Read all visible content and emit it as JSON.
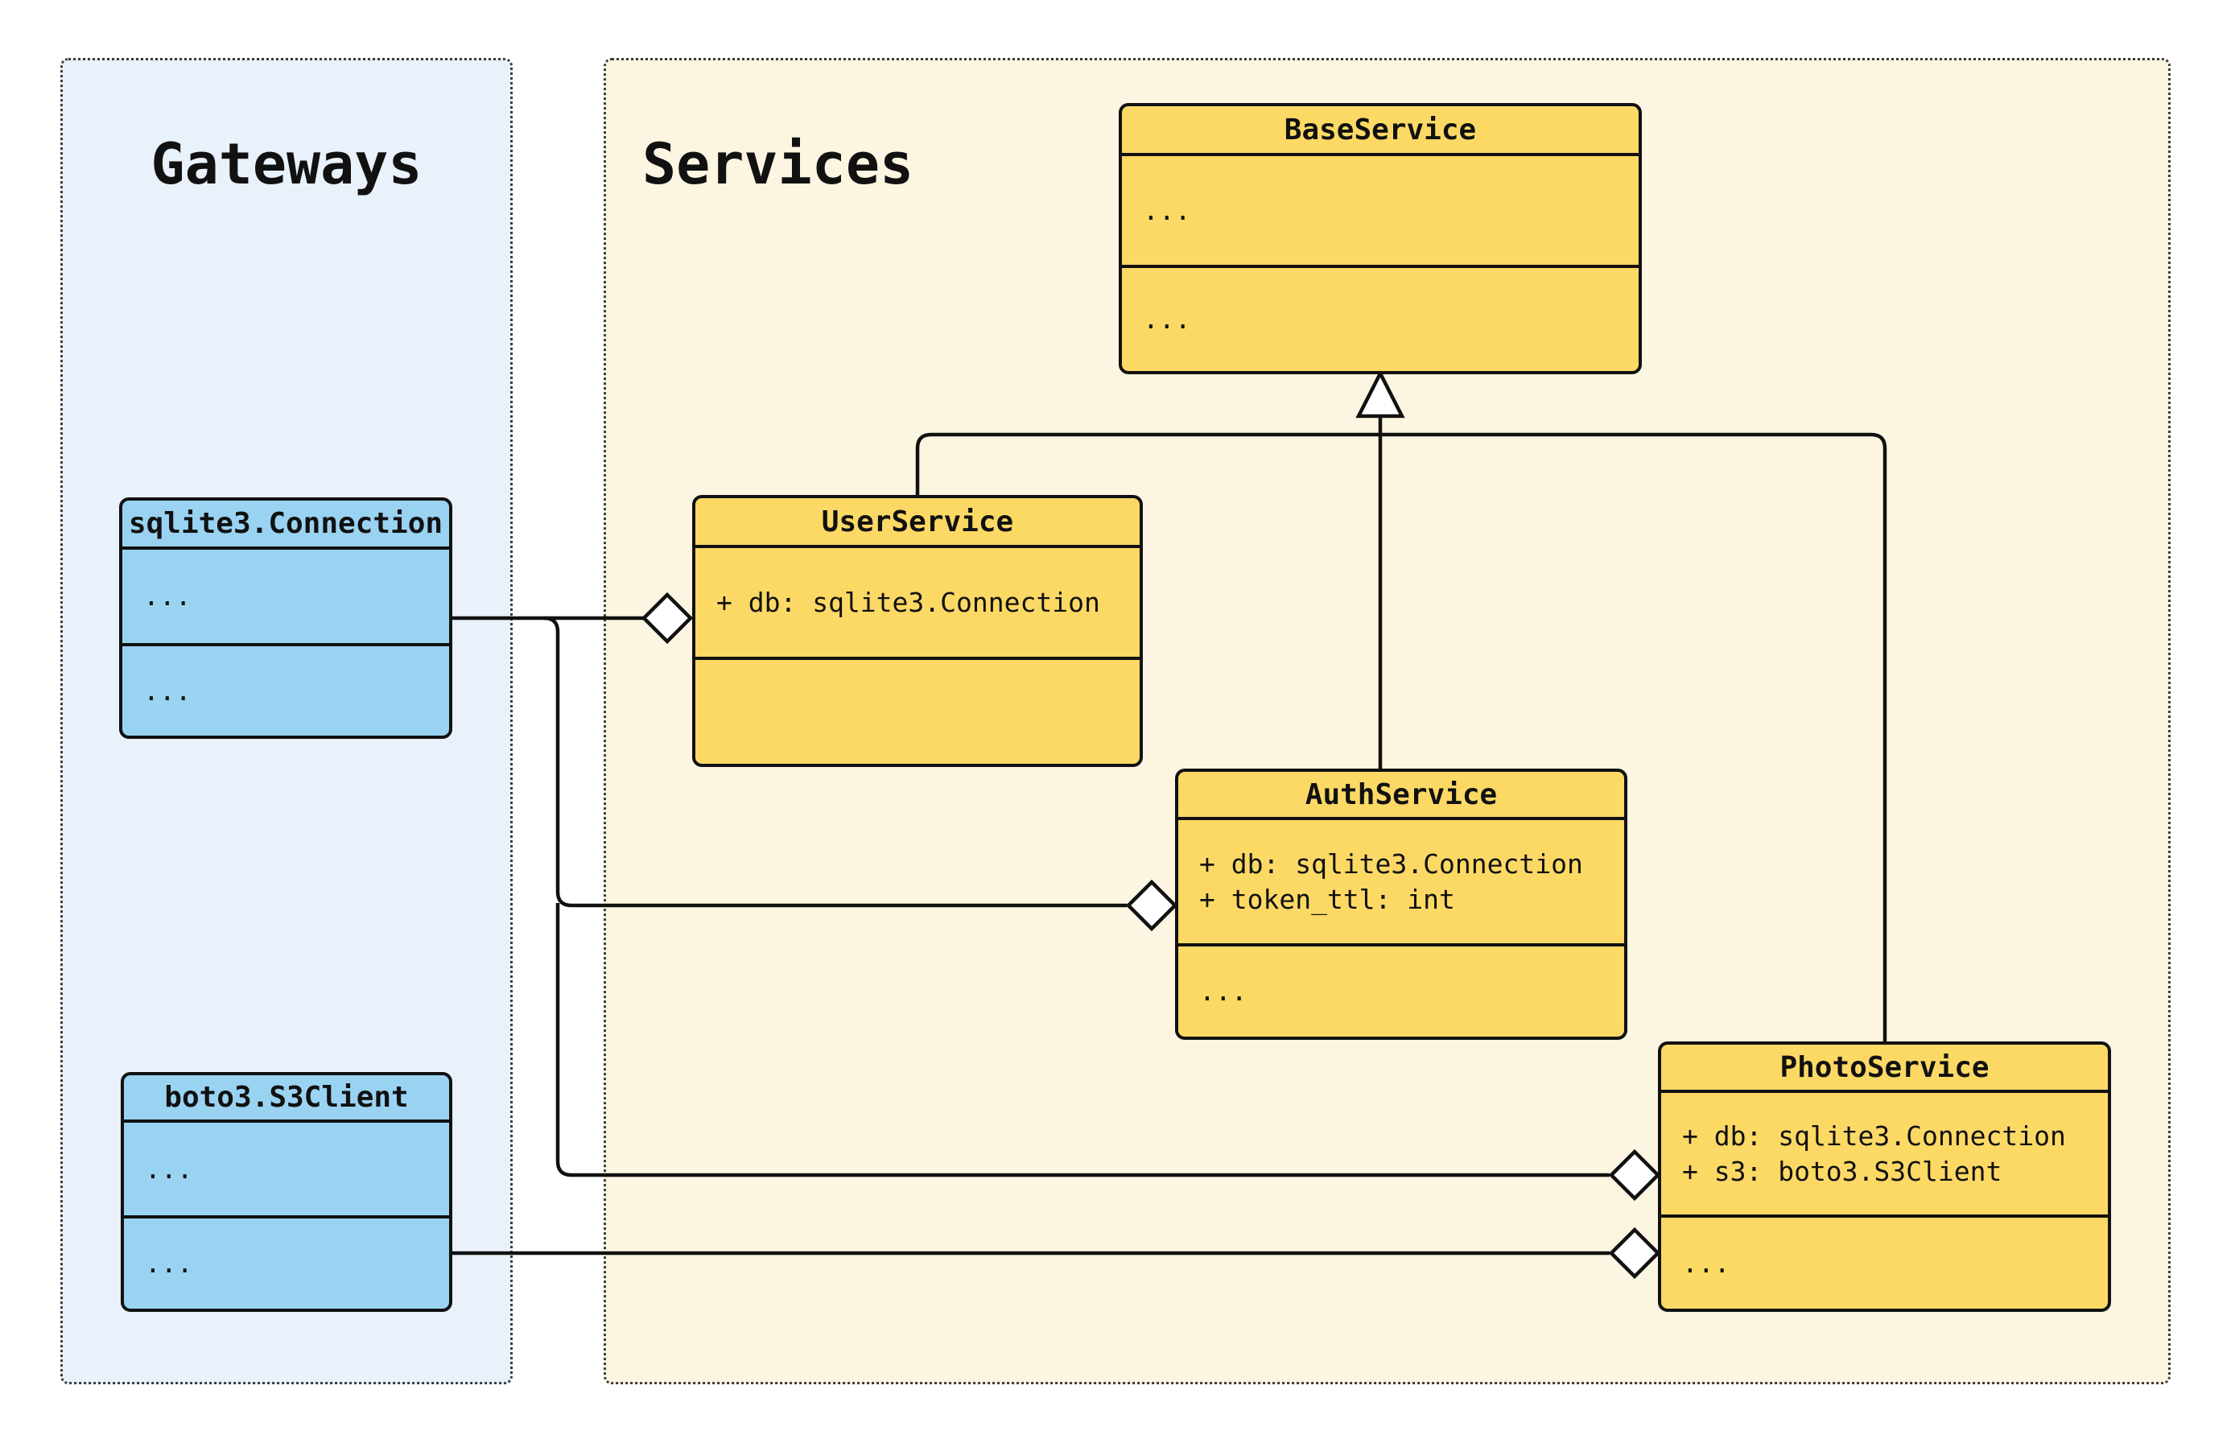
{
  "diagram": {
    "type": "uml-class-diagram",
    "background": "#ffffff",
    "line_color": "#111111"
  },
  "groups": {
    "gateways": {
      "label": "Gateways",
      "fill": "#e9f1fb"
    },
    "services": {
      "label": "Services",
      "fill": "#fcf5e1"
    }
  },
  "classes": {
    "base_service": {
      "name": "BaseService",
      "fill": "#fcd965",
      "attributes": [
        "..."
      ],
      "methods": [
        "..."
      ]
    },
    "sqlite3_connection": {
      "name": "sqlite3.Connection",
      "fill": "#9ad3f2",
      "attributes": [
        "..."
      ],
      "methods": [
        "..."
      ]
    },
    "boto3_s3client": {
      "name": "boto3.S3Client",
      "fill": "#9ad3f2",
      "attributes": [
        "..."
      ],
      "methods": [
        "..."
      ]
    },
    "user_service": {
      "name": "UserService",
      "fill": "#fcd965",
      "attributes": [
        "+ db: sqlite3.Connection"
      ],
      "methods": []
    },
    "auth_service": {
      "name": "AuthService",
      "fill": "#fcd965",
      "attributes": [
        "+ db: sqlite3.Connection",
        "+ token_ttl: int"
      ],
      "methods": [
        "..."
      ]
    },
    "photo_service": {
      "name": "PhotoService",
      "fill": "#fcd965",
      "attributes": [
        "+ db: sqlite3.Connection",
        "+ s3: boto3.S3Client"
      ],
      "methods": [
        "..."
      ]
    }
  },
  "relationships": {
    "inheritance": [
      {
        "child": "UserService",
        "parent": "BaseService"
      },
      {
        "child": "AuthService",
        "parent": "BaseService"
      },
      {
        "child": "PhotoService",
        "parent": "BaseService"
      }
    ],
    "aggregation": [
      {
        "part": "sqlite3.Connection",
        "whole": "UserService"
      },
      {
        "part": "sqlite3.Connection",
        "whole": "AuthService"
      },
      {
        "part": "sqlite3.Connection",
        "whole": "PhotoService"
      },
      {
        "part": "boto3.S3Client",
        "whole": "PhotoService"
      }
    ]
  }
}
